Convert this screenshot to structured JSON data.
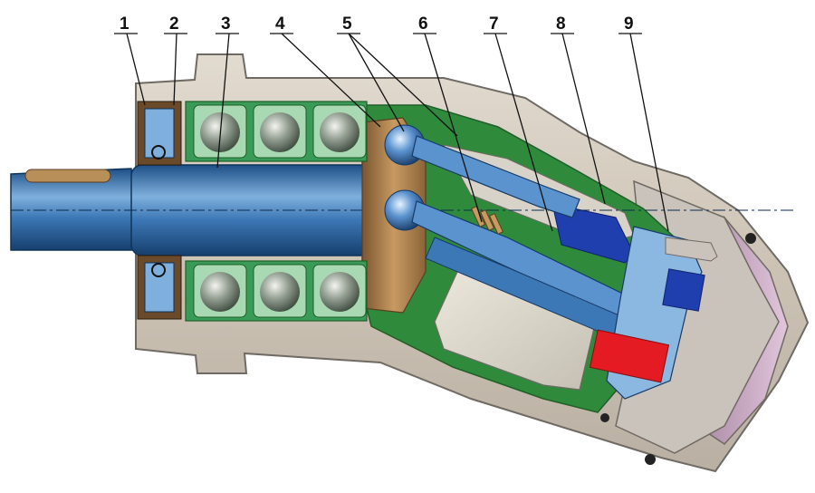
{
  "diagram": {
    "callouts": [
      {
        "id": "c1",
        "label": "1"
      },
      {
        "id": "c2",
        "label": "2"
      },
      {
        "id": "c3",
        "label": "3"
      },
      {
        "id": "c4",
        "label": "4"
      },
      {
        "id": "c5",
        "label": "5"
      },
      {
        "id": "c6",
        "label": "6"
      },
      {
        "id": "c7",
        "label": "7"
      },
      {
        "id": "c8",
        "label": "8"
      },
      {
        "id": "c9",
        "label": "9"
      }
    ],
    "colors": {
      "housing": "#cfc5b8",
      "housing_edge": "#6f6a63",
      "cavity": "#2f8a3c",
      "shaft": "#2f6aa8",
      "shaft_light": "#7fb0dd",
      "bearing_bg": "#3a9a58",
      "ball": "#8a9a8c",
      "copper": "#b0864e",
      "cylinder_block": "#d9d4c6",
      "blue_part": "#1f3fae",
      "light_blue": "#8ab8e0",
      "red_part": "#e41b23",
      "gray_end": "#c9c3bb",
      "pink": "#c9a6c2"
    }
  }
}
